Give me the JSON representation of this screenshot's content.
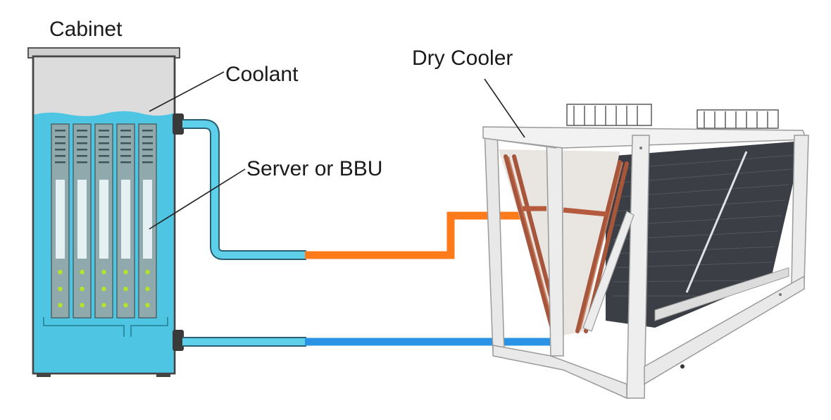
{
  "labels": {
    "cabinet": "Cabinet",
    "coolant": "Coolant",
    "server": "Server or BBU",
    "dry_cooler": "Dry Cooler"
  },
  "colors": {
    "coolant_fill": "#4ec6e3",
    "hot_pipe": "#ff7a1a",
    "cold_pipe": "#2a93e6",
    "cabinet_air": "#d9d9d9",
    "frame": "#e6e6e6",
    "fin_dark": "#3b3f45",
    "copper": "#a7553b"
  },
  "icons": {
    "cabinet": "immersion-cabinet-icon",
    "server_blades": "server-blade-icon",
    "dry_cooler": "dry-cooler-unit-icon"
  }
}
